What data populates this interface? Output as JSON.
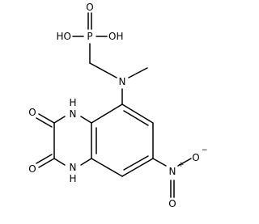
{
  "molecule": {
    "labels": {
      "p_oh_left": "HO",
      "p_oh_right": "OH",
      "p_atom": "P",
      "p_oxo": "O",
      "amine_n": "N",
      "nh_top": "N",
      "nh_top_h": "H",
      "nh_bottom": "N",
      "nh_bottom_h": "H",
      "carbonyl_top_o": "O",
      "carbonyl_bottom_o": "O",
      "nitro_n": "N",
      "nitro_n_charge": "+",
      "nitro_o_minus": "O",
      "nitro_o_minus_charge": "−",
      "nitro_o_top": "O"
    }
  }
}
